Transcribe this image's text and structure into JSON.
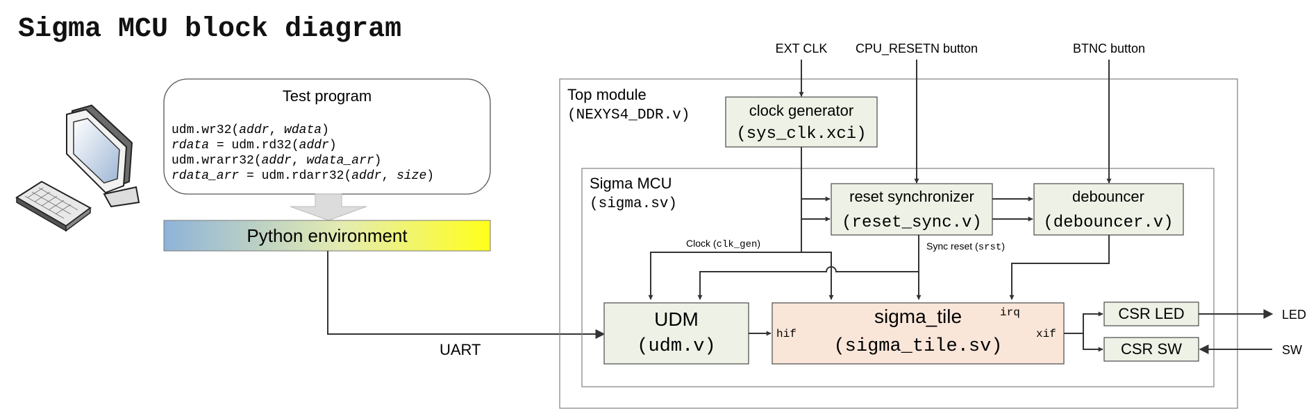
{
  "title": "Sigma MCU block diagram",
  "test_program": {
    "title": "Test program",
    "lines": [
      {
        "parts": [
          {
            "t": "udm.wr32(",
            "i": false
          },
          {
            "t": "addr",
            "i": true
          },
          {
            "t": ", ",
            "i": false
          },
          {
            "t": "wdata",
            "i": true
          },
          {
            "t": ")",
            "i": false
          }
        ]
      },
      {
        "parts": [
          {
            "t": "rdata",
            "i": true
          },
          {
            "t": " = udm.rd32(",
            "i": false
          },
          {
            "t": "addr",
            "i": true
          },
          {
            "t": ")",
            "i": false
          }
        ]
      },
      {
        "parts": [
          {
            "t": "udm.wrarr32(",
            "i": false
          },
          {
            "t": "addr",
            "i": true
          },
          {
            "t": ", ",
            "i": false
          },
          {
            "t": "wdata_arr",
            "i": true
          },
          {
            "t": ")",
            "i": false
          }
        ]
      },
      {
        "parts": [
          {
            "t": "rdata_arr",
            "i": true
          },
          {
            "t": " = udm.rdarr32(",
            "i": false
          },
          {
            "t": "addr",
            "i": true
          },
          {
            "t": ", ",
            "i": false
          },
          {
            "t": "size",
            "i": true
          },
          {
            "t": ")",
            "i": false
          }
        ]
      }
    ]
  },
  "python_env": "Python environment",
  "uart_label": "UART",
  "inputs": {
    "ext_clk": "EXT CLK",
    "cpu_resetn": "CPU_RESETN button",
    "btnc": "BTNC button"
  },
  "top_module": {
    "title": "Top module",
    "file": "(NEXYS4_DDR.v)"
  },
  "sigma_mcu": {
    "title": "Sigma MCU",
    "file": "(sigma.sv)"
  },
  "blocks": {
    "clock_generator": {
      "title": "clock generator",
      "file": "(sys_clk.xci)"
    },
    "reset_sync": {
      "title": "reset synchronizer",
      "file": "(reset_sync.v)"
    },
    "debouncer": {
      "title": "debouncer",
      "file": "(debouncer.v)"
    },
    "udm": {
      "title": "UDM",
      "file": "(udm.v)"
    },
    "sigma_tile": {
      "title": "sigma_tile",
      "file": "(sigma_tile.sv)"
    },
    "csr_led": "CSR LED",
    "csr_sw": "CSR SW"
  },
  "signals": {
    "clock_label": "Clock (",
    "clock_mono": "clk_gen",
    "clock_close": ")",
    "reset_label": "Sync reset (",
    "reset_mono": "srst",
    "reset_close": ")",
    "hif": "hif",
    "xif": "xif",
    "irq": "irq",
    "led": "LED",
    "sw": "SW"
  },
  "colors": {
    "block_fill": "#eef2e6",
    "tile_fill": "#fae6d9",
    "gradient_start": "#8fb3d9",
    "gradient_end": "#ffff1a"
  },
  "icons": {
    "computer": "computer-icon"
  }
}
